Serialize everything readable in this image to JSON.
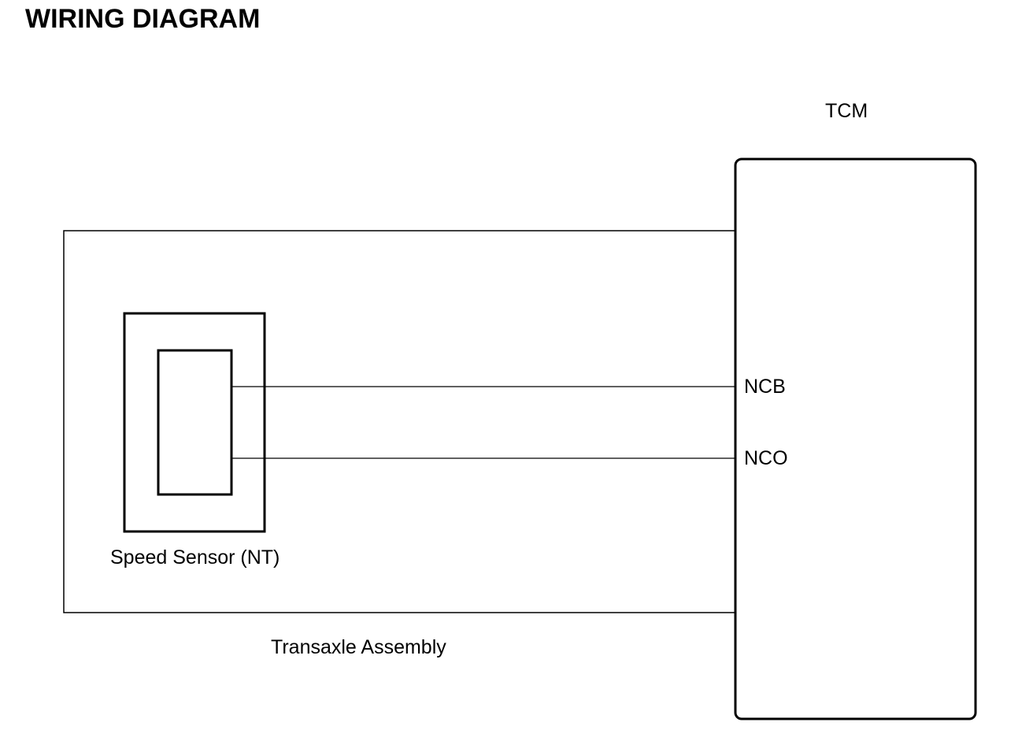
{
  "title": "WIRING DIAGRAM",
  "diagram": {
    "tcm_label": "TCM",
    "pins": [
      {
        "label": "NCB"
      },
      {
        "label": "NCO"
      }
    ],
    "sensor_label": "Speed Sensor (NT)",
    "assembly_label": "Transaxle Assembly"
  },
  "colors": {
    "line": "#000000",
    "background": "#ffffff"
  }
}
